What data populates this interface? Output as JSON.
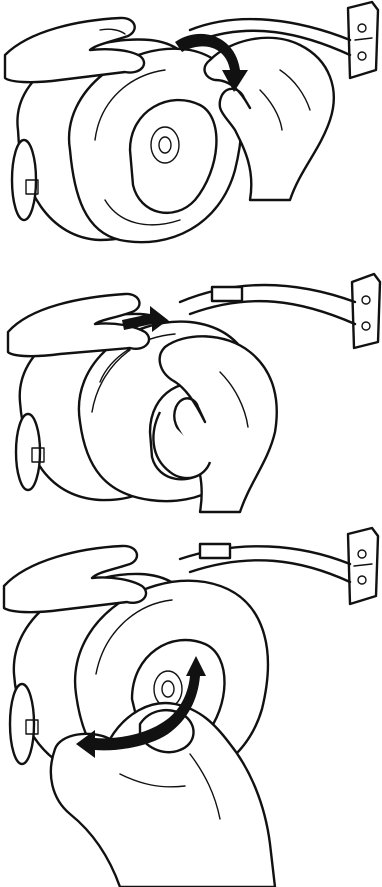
{
  "figure": {
    "steps": [
      {
        "id": "step-1",
        "arrow": "curved-arrow-icon"
      },
      {
        "id": "step-2",
        "arrow": "straight-arrow-icon"
      },
      {
        "id": "step-3",
        "arrow": "curved-arrow-icon"
      }
    ],
    "colors": {
      "line": "#111111",
      "background": "#ffffff"
    }
  }
}
